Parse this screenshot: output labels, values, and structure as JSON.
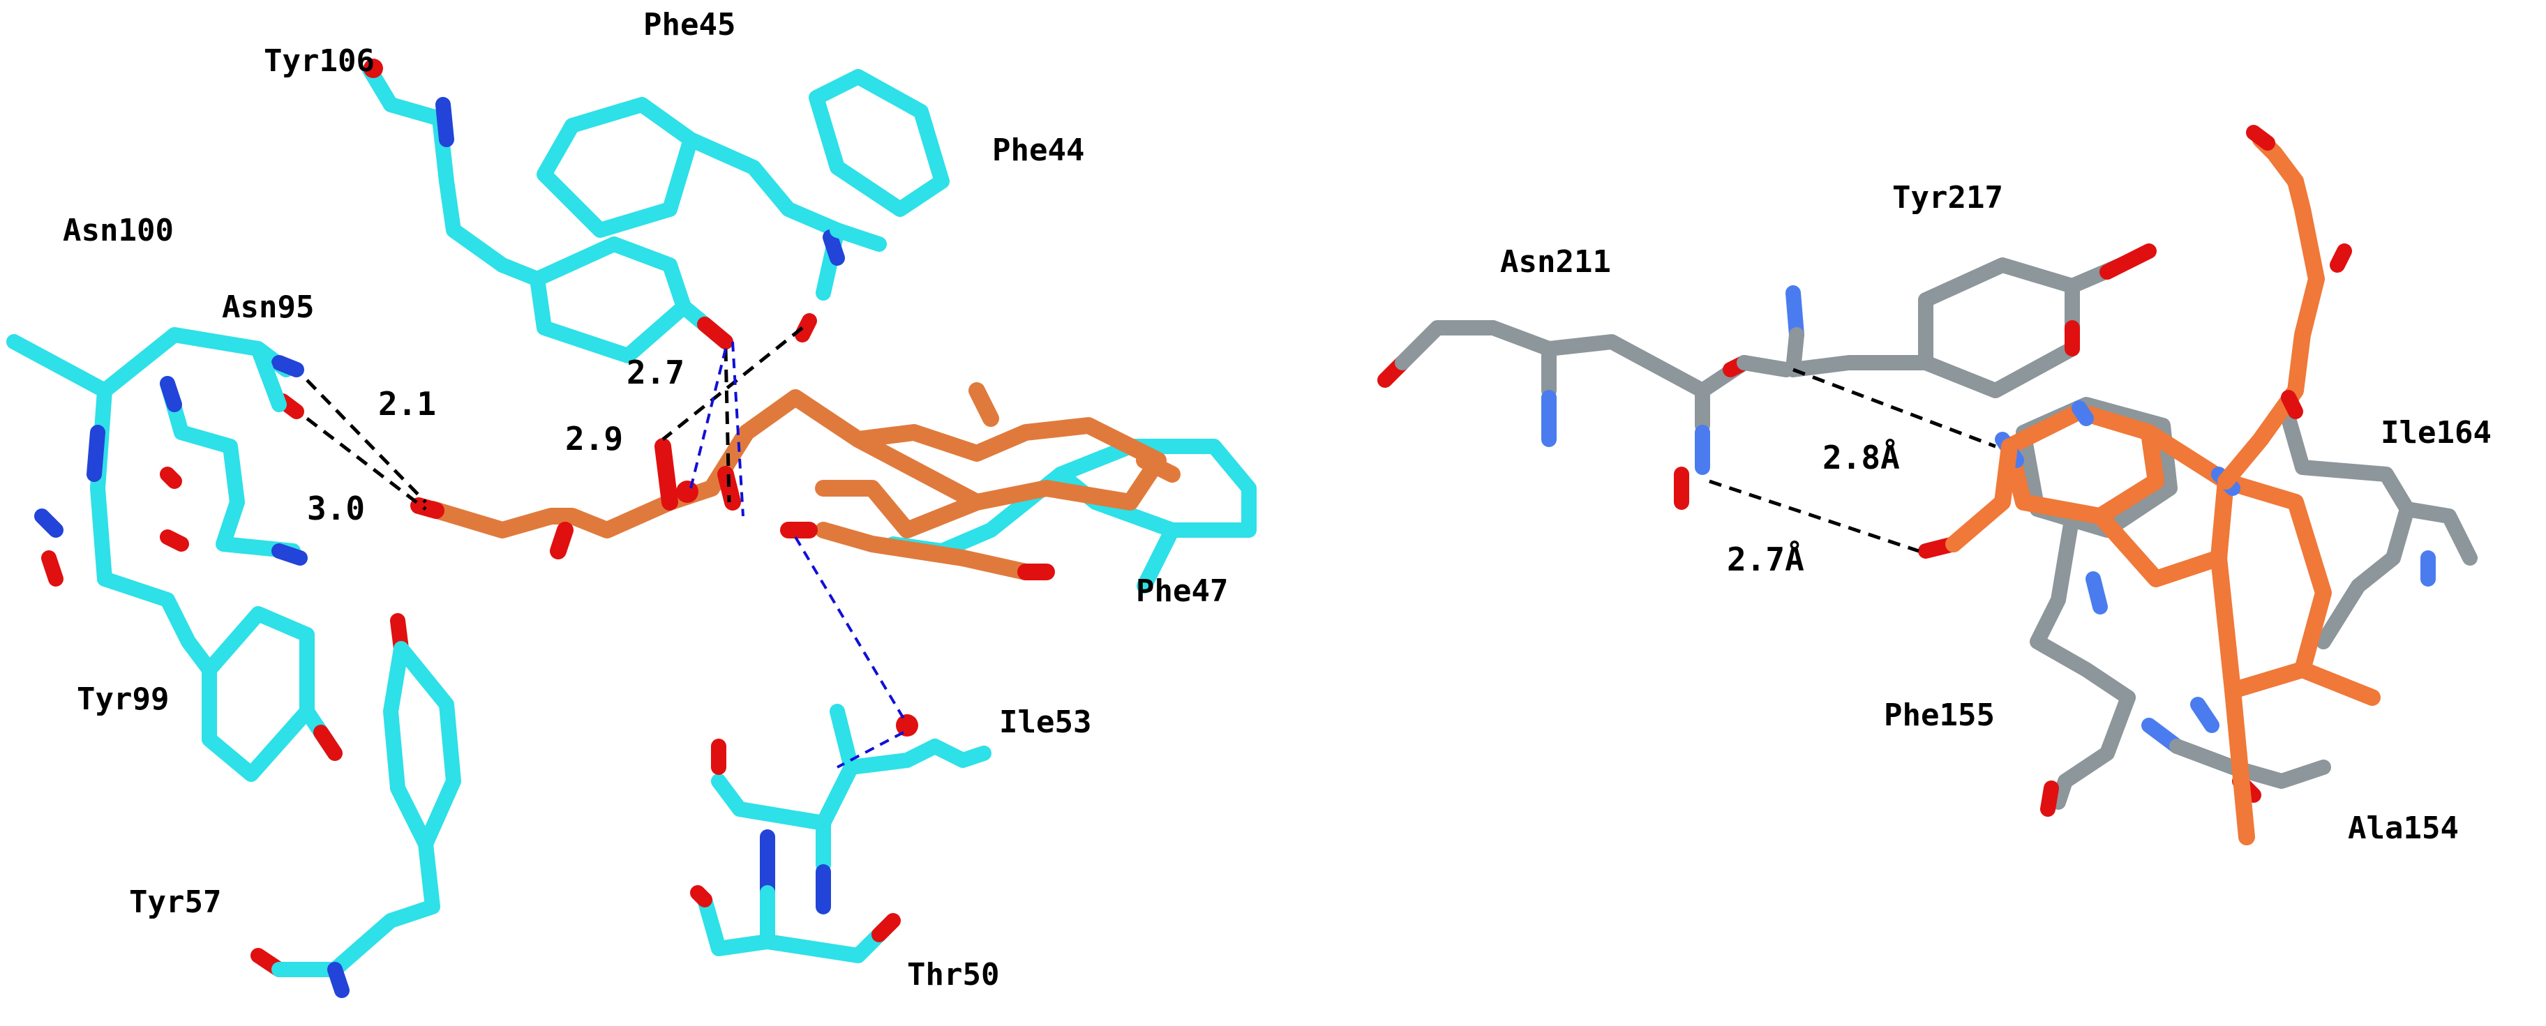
{
  "colors": {
    "carbon_left": "#2ee0e8",
    "carbon_right": "#8c969b",
    "ligand": "#e07a3c",
    "ligand_right": "#f07838",
    "nitrogen": "#2244d8",
    "nitrogen_right": "#4a7cf0",
    "oxygen": "#e01010",
    "water": "#e01010",
    "hbond_black": "#000000",
    "hbond_blue": "#1010d8"
  },
  "left_panel": {
    "residue_labels": [
      "Tyr106",
      "Phe45",
      "Phe44",
      "Asn100",
      "Asn95",
      "Phe47",
      "Tyr99",
      "Ile53",
      "Tyr57",
      "Thr50"
    ],
    "distances": [
      "2.1",
      "3.0",
      "2.7",
      "2.9"
    ]
  },
  "right_panel": {
    "residue_labels": [
      "Tyr217",
      "Asn211",
      "Ile164",
      "Phe155",
      "Ala154"
    ],
    "distances": [
      "2.8Å",
      "2.7Å"
    ]
  }
}
